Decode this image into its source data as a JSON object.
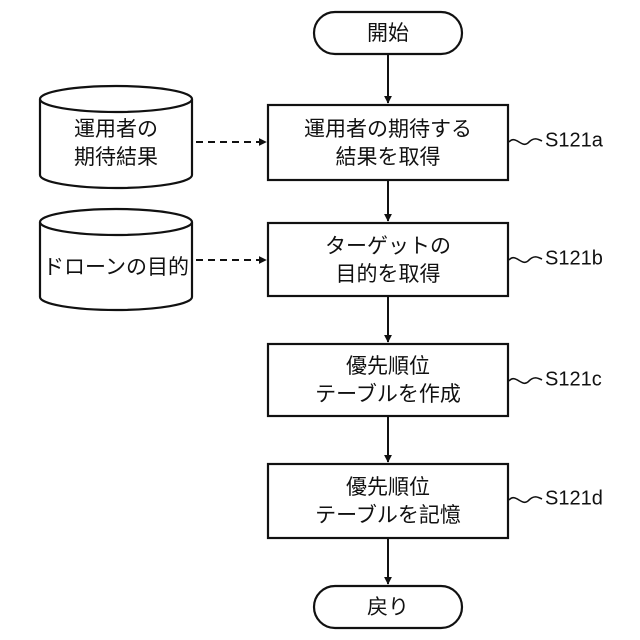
{
  "flow": {
    "start": "開始",
    "end": "戻り",
    "steps": [
      {
        "line1": "運用者の期待する",
        "line2": "結果を取得",
        "id": "S121a"
      },
      {
        "line1": "ターゲットの",
        "line2": "目的を取得",
        "id": "S121b"
      },
      {
        "line1": "優先順位",
        "line2": "テーブルを作成",
        "id": "S121c"
      },
      {
        "line1": "優先順位",
        "line2": "テーブルを記憶",
        "id": "S121d"
      }
    ]
  },
  "stores": [
    {
      "line1": "運用者の",
      "line2": "期待結果"
    },
    {
      "line1": "ドローンの目的"
    }
  ]
}
